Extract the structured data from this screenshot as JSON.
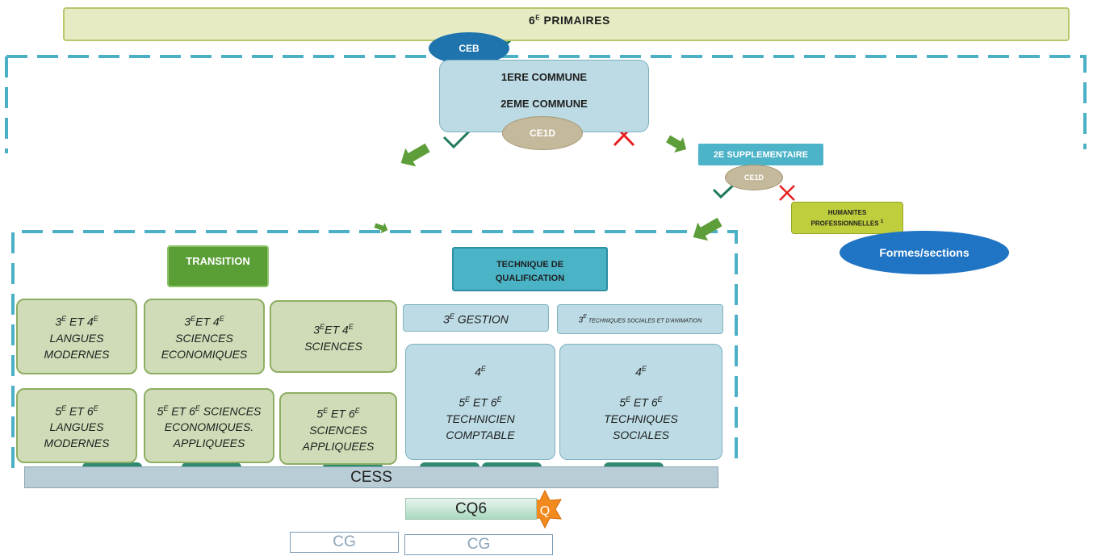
{
  "primaires": {
    "number": "6",
    "sup": "E",
    "label": " PRIMAIRES"
  },
  "ceb": "CEB",
  "commune": {
    "line1": "1ERE COMMUNE",
    "line2": "2EME COMMUNE"
  },
  "ce1d_main": "CE1D",
  "supplementaire": "2E SUPPLEMENTAIRE",
  "ce1d_supp": "CE1D",
  "humanites": {
    "line1": "HUMANITES",
    "line2": "PROFESSIONNELLES",
    "sup": "1"
  },
  "formes_sections": "Formes/sections",
  "transition": "TRANSITION",
  "technique": {
    "line1": "TECHNIQUE DE",
    "line2": "QUALIFICATION"
  },
  "transition_boxes": [
    {
      "grade_a": "3",
      "sup_a": "E",
      "mid": " ET 4",
      "sup_b": "E",
      "line2": "LANGUES",
      "line3": "MODERNES"
    },
    {
      "grade_a": "3",
      "sup_a": "E",
      "mid": "ET 4",
      "sup_b": "E",
      "line2": "SCIENCES",
      "line3": "ECONOMIQUES"
    },
    {
      "grade_a": "3",
      "sup_a": "E",
      "mid": "ET 4",
      "sup_b": "E",
      "line2": "SCIENCES",
      "line3": ""
    },
    {
      "grade_a": "5",
      "sup_a": "E",
      "mid": " ET 6",
      "sup_b": "E",
      "line2": "LANGUES",
      "line3": "MODERNES"
    },
    {
      "grade_a": "5",
      "sup_a": "E",
      "mid": " ET 6",
      "sup_b": "E",
      "line1_tail": " SCIENCES",
      "line2": "ECONOMIQUES.",
      "line3": "APPLIQUEES"
    },
    {
      "grade_a": "5",
      "sup_a": "E",
      "mid": " ET 6",
      "sup_b": "E",
      "line2": "SCIENCES",
      "line3": "APPLIQUEES"
    }
  ],
  "qualification_boxes": {
    "gestion": {
      "grade": "3",
      "sup": "E",
      "label": " GESTION"
    },
    "sociales": {
      "grade": "3",
      "sup": "E",
      "label": " TECHNIQUES SOCIALES ET D'ANIMATION"
    },
    "comptable": {
      "top_grade": "4",
      "top_sup": "E",
      "grade_a": "5",
      "sup_a": "E",
      "mid": " ET 6",
      "sup_b": "E",
      "line2": "TECHNICIEN",
      "line3": "COMPTABLE"
    },
    "techniques": {
      "top_grade": "4",
      "top_sup": "E",
      "grade_a": "5",
      "sup_a": "E",
      "mid": " ET 6",
      "sup_b": "E",
      "line2": "TECHNIQUES",
      "line3": "SOCIALES"
    }
  },
  "cess": "CESS",
  "cq6": "CQ6",
  "q_badge": "Q",
  "cg_left": "CG",
  "cg_right": "CG",
  "colors": {
    "dash": "#4bb0c6",
    "arrow": "#5e9e3a",
    "check": "#1f7a5a",
    "cross": "#e82020",
    "star": "#f28a1e"
  }
}
